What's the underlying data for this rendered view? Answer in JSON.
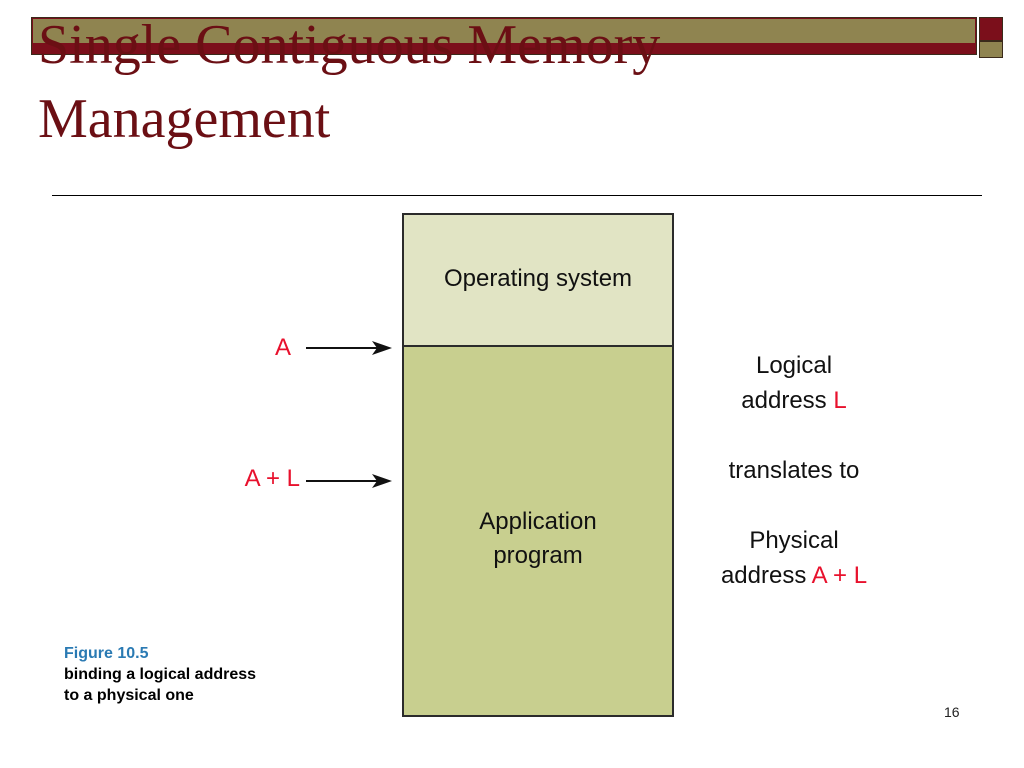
{
  "slide": {
    "title_line1": "Single Contiguous Memory",
    "title_line2": "Management",
    "page_number": "16"
  },
  "diagram": {
    "os_label": "Operating system",
    "app_label_line1": "Application",
    "app_label_line2": "program",
    "pointer_a": "A",
    "pointer_al": "A + L",
    "logical_line1": "Logical",
    "logical_line2_prefix": "address",
    "logical_line2_var": "L",
    "translates": "translates to",
    "physical_line1": "Physical",
    "physical_line2_prefix": "address",
    "physical_line2_var": "A + L"
  },
  "caption": {
    "figure": "Figure 10.5",
    "line1": "binding a logical address",
    "line2": "to a physical one"
  },
  "colors": {
    "title": "#6b0f14",
    "accent_red": "#e8112d",
    "os_fill": "#e1e4c4",
    "app_fill": "#c8cf8f",
    "figure_blue": "#2a7ab3"
  }
}
